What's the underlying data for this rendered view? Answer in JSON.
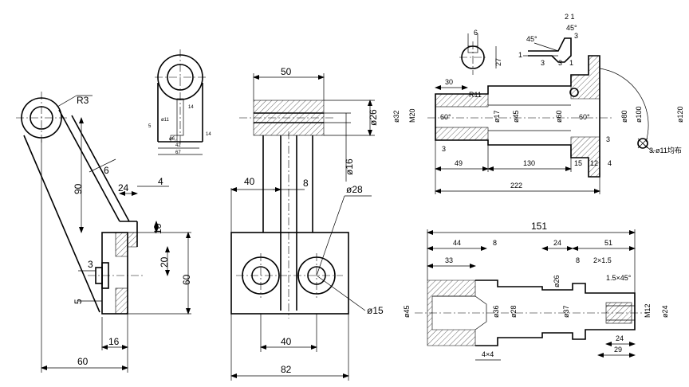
{
  "views": {
    "bracket": {
      "labels": {
        "r3": "R3",
        "d90": "90",
        "d6": "6",
        "d24": "24",
        "d4": "4",
        "d10": "10",
        "d20": "20",
        "d60v": "60",
        "d3": "3",
        "d5": "5",
        "d16": "16",
        "d60": "60"
      }
    },
    "small_view": {
      "labels": {
        "d14": "14",
        "d5": "5",
        "d11": "ø11",
        "d6": "ø6",
        "d42": "42",
        "d67": "67",
        "d14b": "14"
      }
    },
    "fork": {
      "labels": {
        "d50": "50",
        "d26": "ø26",
        "d16": "ø16",
        "d8": "8",
        "d40": "40",
        "d28": "ø28",
        "d15": "ø15",
        "d40b": "40",
        "d82": "82"
      }
    },
    "shaft": {
      "labels": {
        "d6": "6",
        "d27": "27",
        "r11": "R11",
        "d30": "30",
        "d32": "ø32",
        "m20": "M20",
        "a60": "60°",
        "d17": "ø17",
        "d45": "ø45",
        "d60": "ø60",
        "a60b": "60°",
        "d80": "ø80",
        "d100": "ø100",
        "d120": "ø120",
        "d3": "3",
        "d3b": "3",
        "holes": "3-ø11均布",
        "d49": "49",
        "d130": "130",
        "d15": "15",
        "d12": "12",
        "d4": "4",
        "d222": "222"
      }
    },
    "keyway_detail": {
      "labels": {
        "d21": "2 1",
        "a45": "45°",
        "a45b": "45°",
        "d3": "3",
        "d3b": "3",
        "d3c": "3",
        "d1": "1",
        "d1b": "1"
      }
    },
    "spindle": {
      "labels": {
        "d151": "151",
        "d44": "44",
        "d8": "8",
        "d24": "24",
        "d51": "51",
        "d33": "33",
        "d8b": "8",
        "gr": "2×1.5",
        "ch": "1.5×45°",
        "d45": "ø45",
        "d36": "ø36",
        "d28": "ø28",
        "d26": "ø26",
        "d37": "ø37",
        "m12": "M12",
        "d24d": "ø24",
        "d24b": "24",
        "d29": "29",
        "g4": "4×4"
      }
    }
  }
}
